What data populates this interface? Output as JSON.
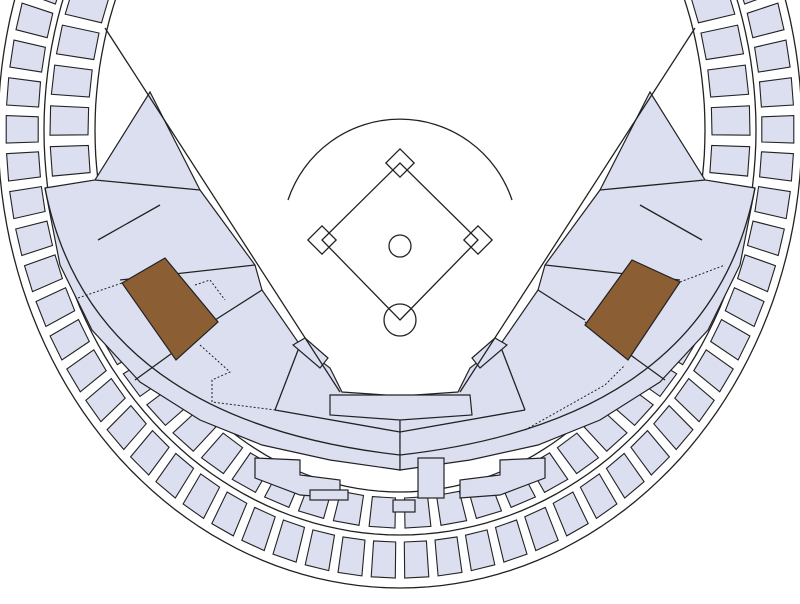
{
  "map": {
    "colors": {
      "section": "#dcdff0",
      "section_selected": "#8b5e34",
      "stroke": "#222222",
      "field": "#ffffff"
    },
    "outer_ring_count": 46,
    "middle_ring_count": 38,
    "selected_sections": [
      "left-field-lower",
      "right-field-lower"
    ]
  }
}
